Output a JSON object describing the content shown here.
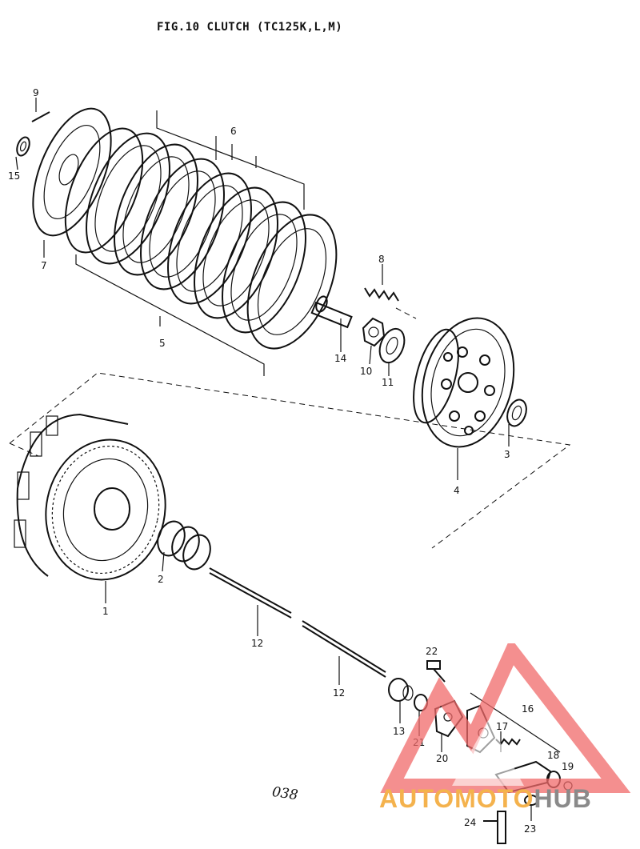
{
  "figure": {
    "title": "FIG.10  CLUTCH (TC125K,L,M)",
    "page_number": "038"
  },
  "parts": {
    "p1": "1",
    "p2": "2",
    "p3": "3",
    "p4": "4",
    "p5": "5",
    "p6": "6",
    "p7": "7",
    "p8": "8",
    "p9": "9",
    "p10": "10",
    "p11": "11",
    "p12a": "12",
    "p12b": "12",
    "p13": "13",
    "p14": "14",
    "p15": "15",
    "p16": "16",
    "p17": "17",
    "p18": "18",
    "p19": "19",
    "p20": "20",
    "p21": "21",
    "p22": "22",
    "p23": "23",
    "p24": "24"
  },
  "watermark": {
    "text_accent": "AUTOMOTO",
    "text_grey": "HUB",
    "triangle_color": "#f06a6a",
    "accent_color": "#f4b24d",
    "grey_color": "#8a8a8a"
  }
}
